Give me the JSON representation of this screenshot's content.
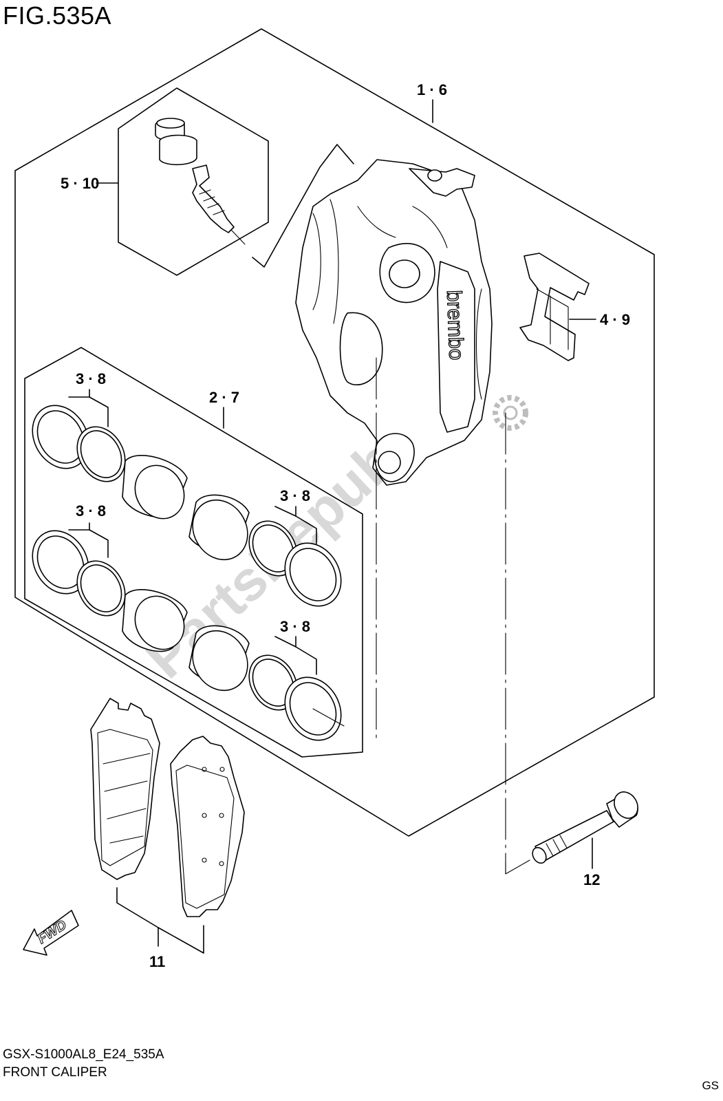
{
  "figure": {
    "title": "FIG.535A",
    "model_code": "GSX-S1000AL8_E24_535A",
    "caption": "FRONT CALIPER",
    "corner_code": "GS"
  },
  "callouts": {
    "caliper": "1 · 6",
    "bleeder_kit": "5 · 10",
    "pad_spring": "4 · 9",
    "piston_set": "2 · 7",
    "seal_upper_left": "3 · 8",
    "seal_lower_left": "3 · 8",
    "seal_upper_right": "3 · 8",
    "seal_lower_right": "3 · 8",
    "brake_pads": "11",
    "caliper_bolt": "12"
  },
  "markings": {
    "caliper_brand": "brembo",
    "direction_arrow": "FWD",
    "watermark": "PartsRepublik"
  }
}
